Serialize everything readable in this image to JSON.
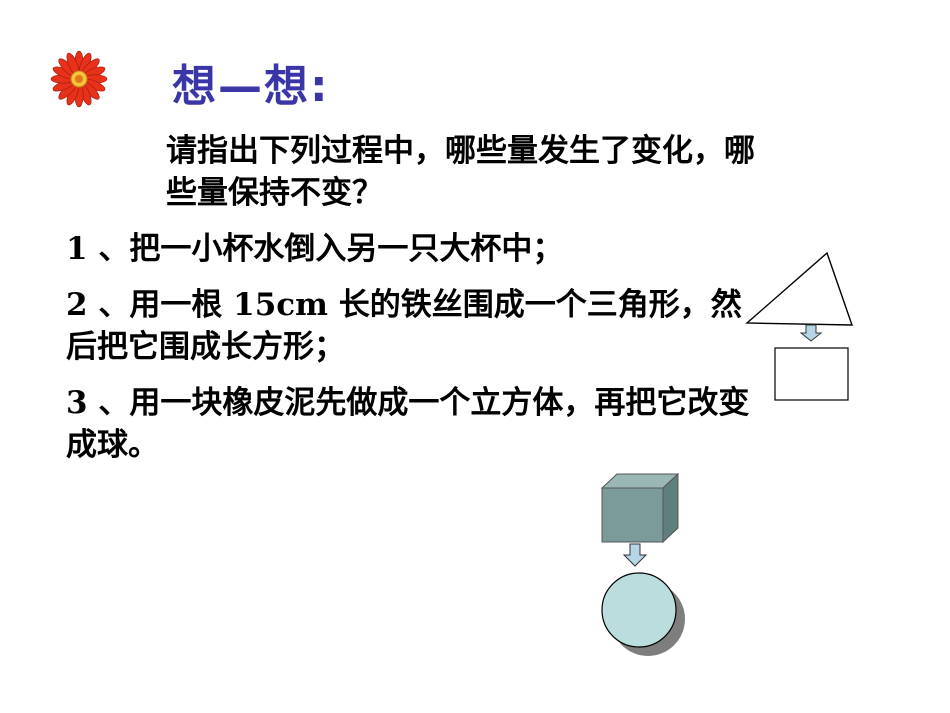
{
  "title": "想—想:",
  "intro": "请指出下列过程中，哪些量发生了变化，哪些量保持不变？",
  "items": [
    "1 、把一小杯水倒入另一只大杯中；",
    "2 、用一根 15cm 长的铁丝围成一个三角形，然后把它围成长方形；",
    "3 、用一块橡皮泥先做成一个立方体，再把它改变成球。"
  ],
  "icons": {
    "title_icon": "red-flower-icon",
    "arrow": "down-arrow-icon"
  },
  "colors": {
    "title": "#3a36a8",
    "cube": "#7b9a9a",
    "sphere": "#b9dedd",
    "arrow": "#b6d6e8"
  }
}
